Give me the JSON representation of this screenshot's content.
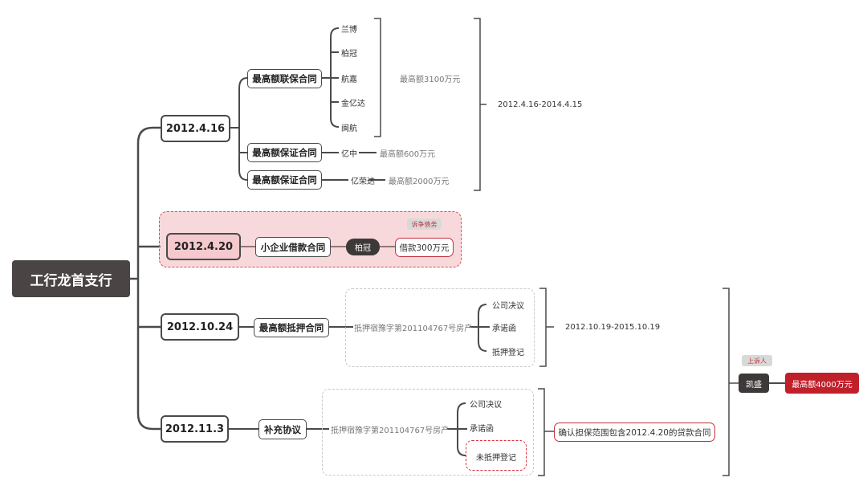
{
  "root": "工行龙首支行",
  "branch1": {
    "date": "2012.4.16",
    "contract1": "最高额联保合同",
    "companies": [
      "兰博",
      "柏冠",
      "航嘉",
      "金亿达",
      "闽航"
    ],
    "limit1": "最高额3100万元",
    "contract2": "最高额保证合同",
    "guarantor2": "亿中",
    "limit2": "最高额600万元",
    "contract3": "最高额保证合同",
    "guarantor3": "亿荣达",
    "limit3": "最高额2000万元",
    "period": "2012.4.16-2014.4.15"
  },
  "branch2": {
    "date": "2012.4.20",
    "contract": "小企业借款合同",
    "borrower": "柏冠",
    "tag": "诉争债务",
    "loan": "借款300万元"
  },
  "branch3": {
    "date": "2012.10.24",
    "contract": "最高额抵押合同",
    "property": "抵押宿豫字第201104767号房产",
    "docs": [
      "公司决议",
      "承诺函",
      "抵押登记"
    ],
    "period": "2012.10.19-2015.10.19"
  },
  "branch4": {
    "date": "2012.11.3",
    "contract": "补充协议",
    "property": "抵押宿豫字第201104767号房产",
    "docs": [
      "公司决议",
      "承诺函",
      "未抵押登记"
    ],
    "note": "确认担保范围包含2012.4.20的贷款合同"
  },
  "appellant": {
    "tag": "上诉人",
    "name": "凯盛",
    "limit": "最高额4000万元"
  },
  "colors": {
    "line": "#4a4a4a",
    "accent_red": "#c0202a",
    "highlight": "#f5c9cd"
  }
}
